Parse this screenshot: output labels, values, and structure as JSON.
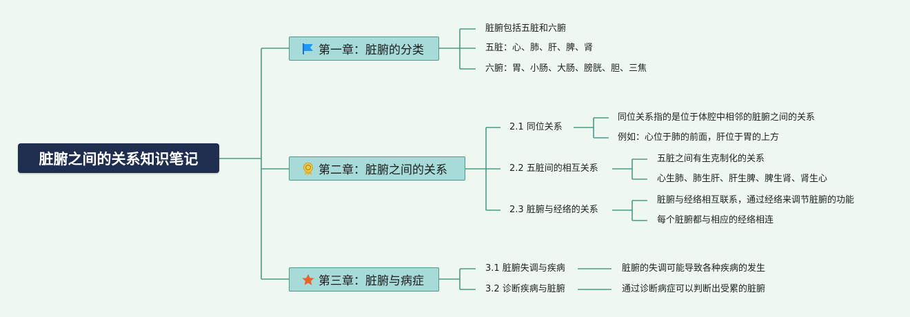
{
  "root": {
    "title": "脏腑之间的关系知识笔记"
  },
  "chapters": [
    {
      "title": "第一章：脏腑的分类",
      "icon": "blue-flag-icon",
      "items": [
        {
          "text": "脏腑包括五脏和六腑"
        },
        {
          "text": "五脏：心、肺、肝、脾、肾"
        },
        {
          "text": "六腑：胃、小肠、大肠、膀胱、胆、三焦"
        }
      ]
    },
    {
      "title": "第二章：脏腑之间的关系",
      "icon": "award-medal-icon",
      "sections": [
        {
          "label": "2.1 同位关系",
          "items": [
            "同位关系指的是位于体腔中相邻的脏腑之间的关系",
            "例如：心位于肺的前面，肝位于胃的上方"
          ]
        },
        {
          "label": "2.2 五脏间的相互关系",
          "items": [
            "五脏之间有生克制化的关系",
            "心生肺、肺生肝、肝生脾、脾生肾、肾生心"
          ]
        },
        {
          "label": "2.3 脏腑与经络的关系",
          "items": [
            "脏腑与经络相互联系，通过经络来调节脏腑的功能",
            "每个脏腑都与相应的经络相连"
          ]
        }
      ]
    },
    {
      "title": "第三章：脏腑与病症",
      "icon": "orange-star-icon",
      "sections": [
        {
          "label": "3.1 脏腑失调与疾病",
          "items": [
            "脏腑的失调可能导致各种疾病的发生"
          ]
        },
        {
          "label": "3.2 诊断疾病与脏腑",
          "items": [
            "通过诊断病症可以判断出受累的脏腑"
          ]
        }
      ]
    }
  ],
  "colors": {
    "background": "#eef8f1",
    "root_fill": "#1f2d4e",
    "chapter_fill": "#a7dbd9",
    "connector": "#4a9a86"
  }
}
